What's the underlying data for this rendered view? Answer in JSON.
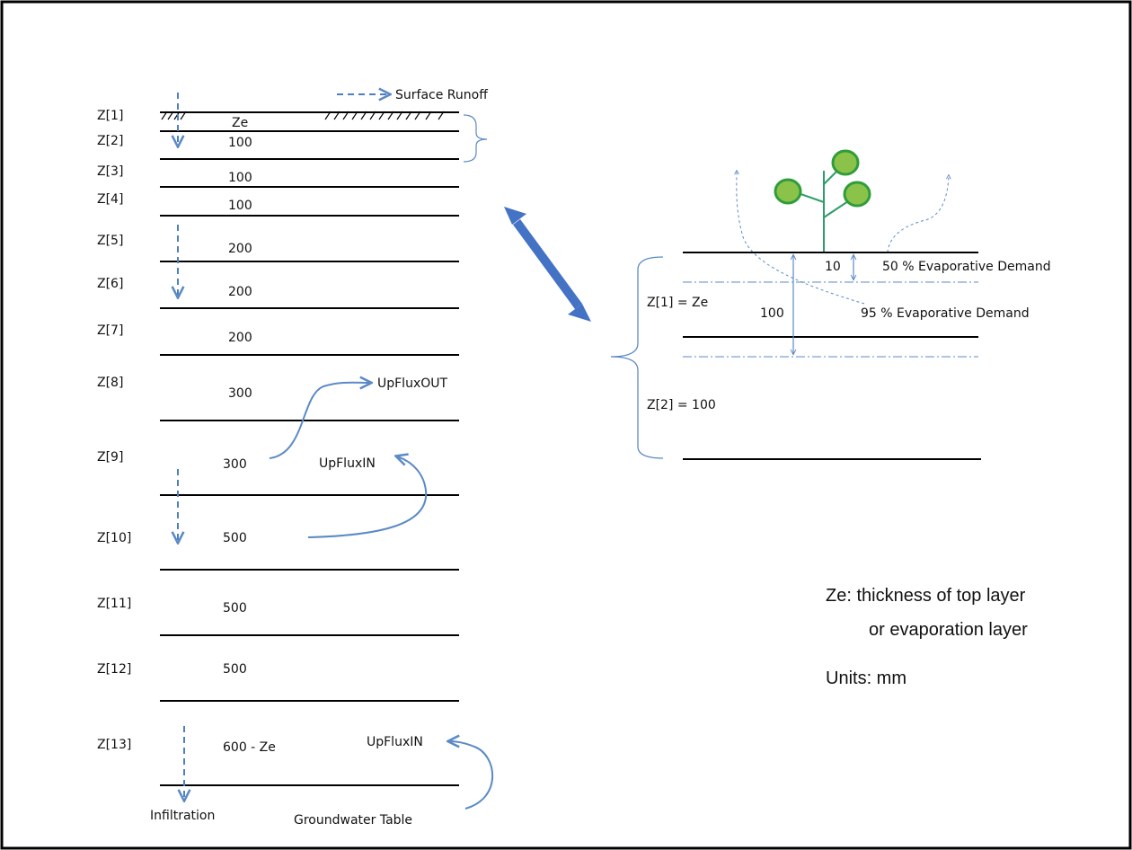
{
  "colors": {
    "arrow": "#5b8ac6",
    "dash": "#4f7fc0",
    "leaf_fill": "#8bc34a",
    "leaf_stroke": "#2e9d3a",
    "stem": "#2e9d6a",
    "line": "#000000"
  },
  "left_column": {
    "layers": [
      {
        "name": "Z[1]",
        "thickness": "Ze"
      },
      {
        "name": "Z[2]",
        "thickness": "100"
      },
      {
        "name": "Z[3]",
        "thickness": "100"
      },
      {
        "name": "Z[4]",
        "thickness": "100"
      },
      {
        "name": "Z[5]",
        "thickness": "200"
      },
      {
        "name": "Z[6]",
        "thickness": "200"
      },
      {
        "name": "Z[7]",
        "thickness": "200"
      },
      {
        "name": "Z[8]",
        "thickness": "300"
      },
      {
        "name": "Z[9]",
        "thickness": "300"
      },
      {
        "name": "Z[10]",
        "thickness": "500"
      },
      {
        "name": "Z[11]",
        "thickness": "500"
      },
      {
        "name": "Z[12]",
        "thickness": "500"
      },
      {
        "name": "Z[13]",
        "thickness": "600 - Ze"
      }
    ],
    "surface_runoff": "Surface Runoff",
    "upflux_out": "UpFluxOUT",
    "upflux_in_1": "UpFluxIN",
    "upflux_in_2": "UpFluxIN",
    "infiltration": "Infiltration",
    "groundwater_table": "Groundwater Table"
  },
  "right_detail": {
    "depth_10": "10",
    "depth_100": "100",
    "evap_50": "50 % Evaporative Demand",
    "evap_95": "95 % Evaporative Demand",
    "layer1": "Z[1] = Ze",
    "layer2": "Z[2] = 100"
  },
  "notes": {
    "ze_line1": "Ze: thickness of top layer",
    "ze_line2": "or evaporation layer",
    "units": "Units: mm"
  }
}
